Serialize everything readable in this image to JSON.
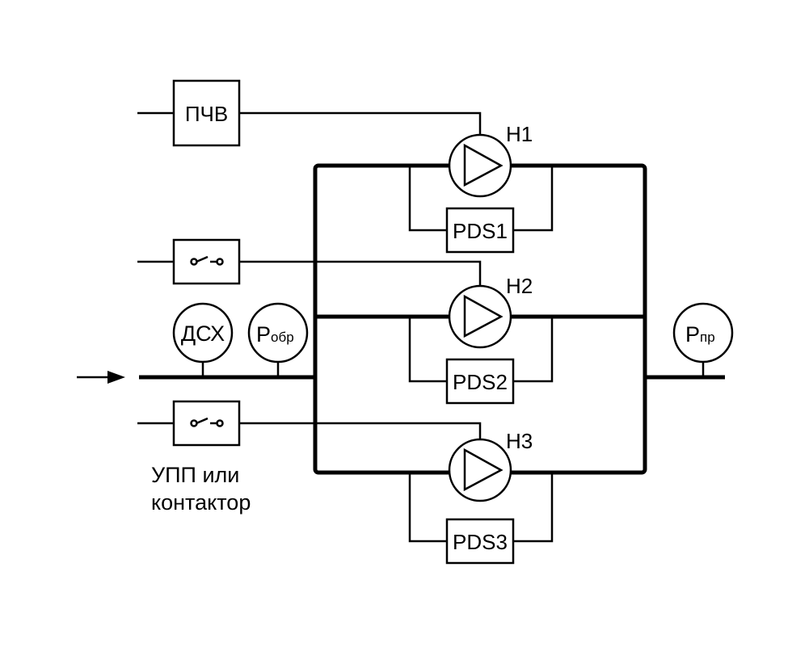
{
  "vfd": {
    "label": "ПЧВ"
  },
  "pumps": [
    {
      "label": "Н1",
      "sensor": "PDS1"
    },
    {
      "label": "Н2",
      "sensor": "PDS2"
    },
    {
      "label": "Н3",
      "sensor": "PDS3"
    }
  ],
  "sensors": {
    "dry_run": "ДСХ",
    "return_pressure": {
      "main": "P",
      "sub": "обр"
    },
    "supply_pressure": {
      "main": "P",
      "sub": "пр"
    }
  },
  "starter_caption": {
    "line1": "УПП или",
    "line2": "контактор"
  }
}
